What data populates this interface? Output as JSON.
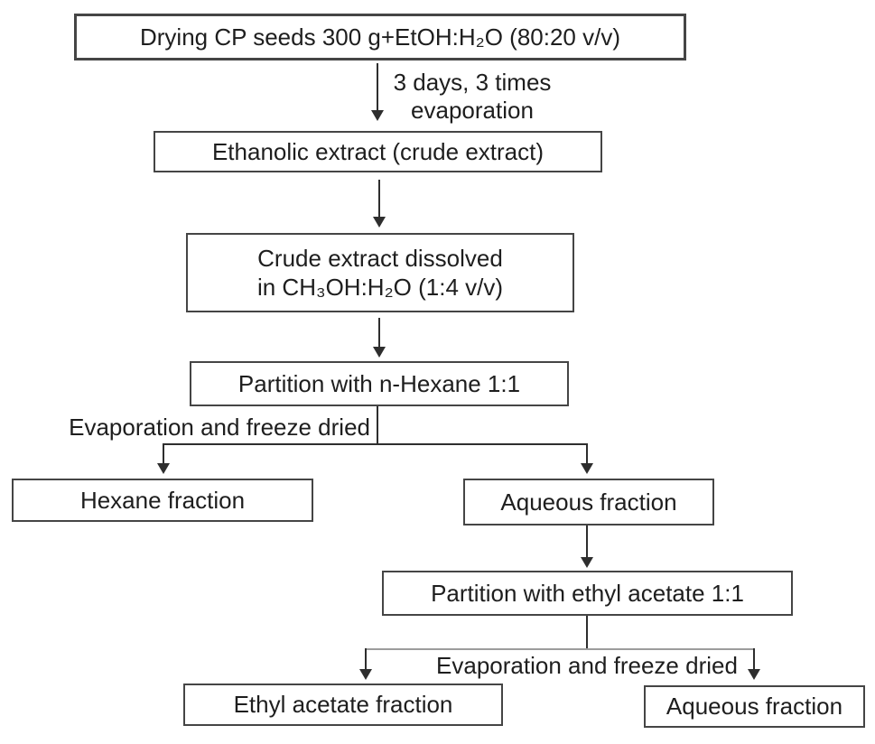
{
  "colors": {
    "background": "#ffffff",
    "box_border": "#454545",
    "line": "#2e2e2e",
    "line_light": "#9c9c9c",
    "text": "#1e1e1e"
  },
  "flowchart": {
    "nodes": {
      "drying": {
        "label": "Drying CP seeds 300 g+EtOH:H₂O (80:20 v/v)"
      },
      "ethanolic_extract": {
        "label": "Ethanolic extract (crude extract)"
      },
      "crude_dissolved": {
        "lines": [
          "Crude extract dissolved",
          "in CH₃OH:H₂O (1:4 v/v)"
        ]
      },
      "partition_hexane": {
        "label": "Partition with n-Hexane 1:1"
      },
      "hexane_fraction": {
        "label": "Hexane fraction"
      },
      "aqueous_fraction_1": {
        "label": "Aqueous fraction"
      },
      "partition_ethyl_acetate": {
        "label": "Partition with ethyl acetate 1:1"
      },
      "ethyl_acetate_fraction": {
        "label": "Ethyl acetate fraction"
      },
      "aqueous_fraction_2": {
        "label": "Aqueous fraction"
      }
    },
    "edge_labels": {
      "maceration": {
        "lines": [
          "3 days, 3 times",
          "evaporation"
        ]
      },
      "evaporation_1": {
        "label": "Evaporation and freeze dried"
      },
      "evaporation_2": {
        "label": "Evaporation and freeze dried"
      }
    }
  }
}
